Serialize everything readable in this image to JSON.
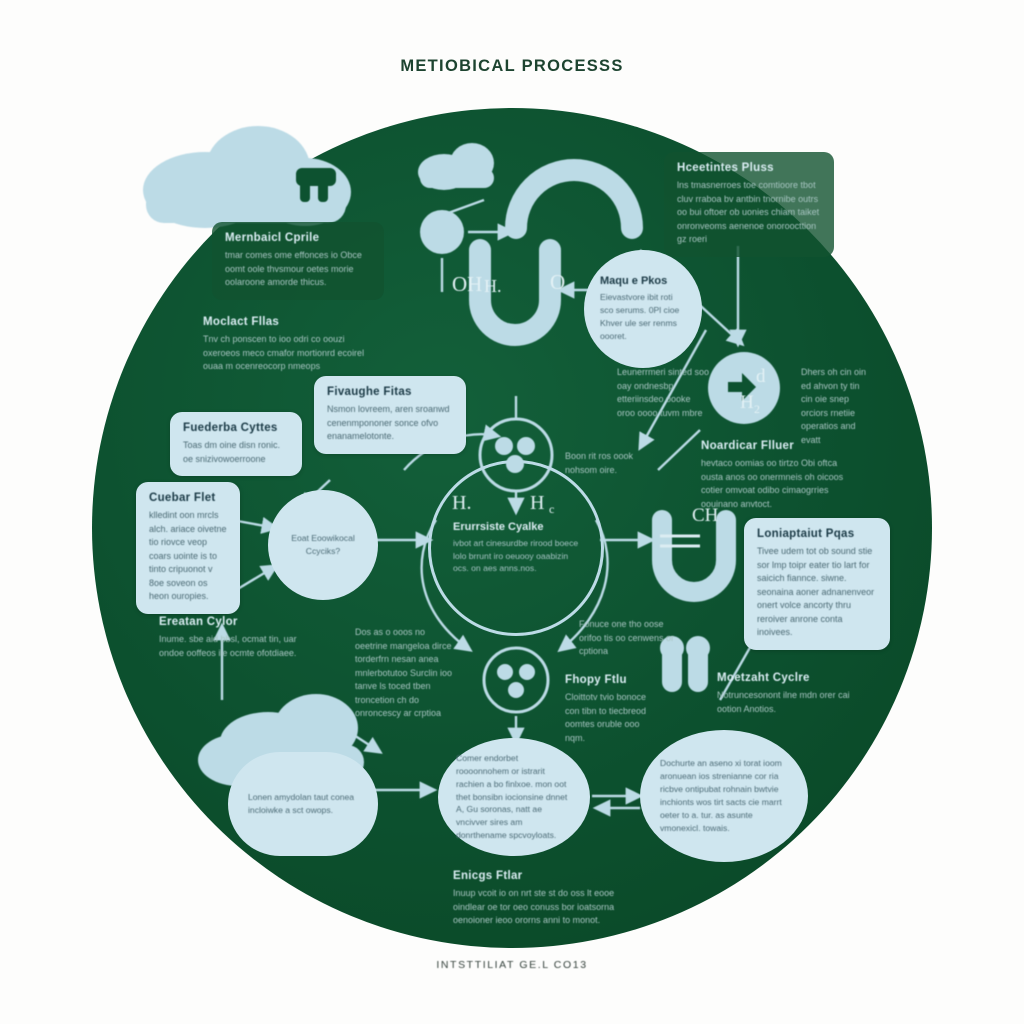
{
  "document": {
    "title": "METIOBICAL PROCESSS",
    "footer": "INTSTTILIAT GE.L CO13",
    "palette": {
      "background": "#fdfdfc",
      "disc": "#0d5230",
      "node_light": "#cfe6ef",
      "text_light": "#dceef4",
      "text_body_dark": "#4b6a74",
      "title": "#1d4430"
    }
  },
  "labels": [
    {
      "id": "metabolic-cycle",
      "title": "Mernbaicl Cprile",
      "body": "tmar comes ome effonces io Obce oomt oole thvsmour oetes morie oolaroone amorde thicus."
    },
    {
      "id": "beneficiates-flux",
      "title": "Hceetintes Pluss",
      "body": "lns tmasnerroes toe comtioore tbot cluv rraboa bv antbin tnornibe outrs oo bui oftoer ob uonies chiam taiket onronveoms aenenoe onoroocttion gz roeri"
    },
    {
      "id": "modlacs-flias",
      "title": "Moclact Fllas",
      "body": "Tnv ch ponscen to ioo odri co oouzi oxeroeos meco cmafor mortionrd ecoirel ouaa m ocenreocorp nmeops"
    },
    {
      "id": "fivaughe-fitas",
      "title": "Fivaughe Fitas",
      "body": "Nsmon lovreem, aren sroanwd cenenmpononer sonce ofvo enanamelotonte."
    },
    {
      "id": "fuederbs-cyttes",
      "title": "Fuederba Cyttes",
      "body": "Toas dm oine disn ronic. oe snizivowoerroone"
    },
    {
      "id": "cuebar-flet",
      "title": "Cuebar Flet",
      "body": "klledint oon mrcls alch. ariace oivetne tio riovce veop coars uointe is to tinto cripuonot v 8oe soveon os heon ouropies."
    },
    {
      "id": "ereatan-cylor",
      "title": "Ereatan Cylor",
      "body": "Inume. sbe aid bbsl, ocmat tin, uar ondoe ooffeos ile ocmte ofotdiaee."
    },
    {
      "id": "nordican-fluer",
      "title": "Noardicar Flluer",
      "body": "hevtaco oomias oo tirtzo Obi oftca ousta anos oo onermneis oh oicoos cotier omvoat odibo cimaogrries oouinano anvtoct."
    },
    {
      "id": "loniaptaut-pqas",
      "title": "Loniaptaiut Pqas",
      "body": "Tivee udem tot ob sound stie sor lmp toipr eater tio lart for saicich fiannce. siwne. seonaina aoner adnanenveor onert volce ancorty thru reroiver anrone conta inoivees."
    },
    {
      "id": "moetzaht-cyclre",
      "title": "Moetzaht Cyclre",
      "body": "Notruncesonont ilne mdn orer cai ootion Anotios."
    },
    {
      "id": "enicgs-ftlar",
      "title": "Enicgs Ftlar",
      "body": "Inuup vcoit io on nrt ste st do oss lt eooe oindlear oe tor oeo conuss bor ioatsorna oenoioner ieoo ororns anni to monot."
    }
  ],
  "nodes": [
    {
      "id": "left-circle",
      "title": "",
      "body": "Eoat Eoowikocal Ccyciks?"
    },
    {
      "id": "maqu-pkos",
      "title": "Maqu e Pkos",
      "body": "Eievastvore ibit roti sco serums. 0Pl cioe Khver ule ser renms oooret."
    },
    {
      "id": "center-ring",
      "title": "Erurrsiste Cyalke",
      "body": "ivbot art cinesurdbe rirood boece lolo   brrunt iro oeuooy oaabizin ocs. on aes anns.nos."
    },
    {
      "id": "bottom-left-cloud",
      "title": "",
      "body": "Lonen amydolan taut conea incloiwke a sct owops."
    },
    {
      "id": "bottom-center",
      "title": "",
      "body": "Comer endorbet roooonnohem or istrarit rachien a bo finlxoe. mon oot thet bonsibn iocionsine dnnet A, Gu soronas, natt ae vncivver sires am donrthename spcvoyloats."
    },
    {
      "id": "bottom-right",
      "title": "",
      "body": "Dochurte an aseno xi torat ioom aronuean ios strenianne cor ria ricbve ontipubat rohnain bwtvie inchionts wos tirt sacts cie marrt oeter to a. tur. as asunte vmonexicl. towais."
    },
    {
      "id": "left-body-note",
      "title": "",
      "body": "Dos as o ooos no oeetrine mangeloa dirce torderfrn nesan anea mnlerbotutoo Surclin ioo tanve ls toced tben troncetion ch do onroncescy ar crptioa"
    },
    {
      "id": "center-right-note",
      "title": "",
      "body": "Fonuce one tho oose orifoo tis oo cenwens or cptiona"
    },
    {
      "id": "center-top-note",
      "title": "",
      "body": "Boon rit ros oook nohsom oire."
    },
    {
      "id": "hydro-note",
      "title": "",
      "body": "Dhers oh cin oin ed ahvon ty tin cin oie snep orciors rnetiie operatios and evatt"
    },
    {
      "id": "mapu-side-note",
      "title": "",
      "body": "Leunerrmeri sinted soo oay ondnesbp etteriinsdeo oooke oroo oooo tuvm mbre"
    },
    {
      "id": "fhapy-ftlu",
      "title": "Fhopy Ftlu",
      "body": "Cloittotv tvio bonoce con tibn to tiecbreod oomtes oruble ooo nqm."
    }
  ],
  "chem_labels": [
    {
      "id": "oh-label",
      "text": "OH"
    },
    {
      "id": "h-sub-label",
      "text": "H."
    },
    {
      "id": "o-label",
      "text": "O"
    },
    {
      "id": "h-left-label",
      "text": "H."
    },
    {
      "id": "h-right-label",
      "text": "H"
    },
    {
      "id": "h-right-sub",
      "text": "c"
    },
    {
      "id": "d-label",
      "text": "d"
    },
    {
      "id": "h2-label",
      "text": "H"
    },
    {
      "id": "h2-sub",
      "text": "2"
    },
    {
      "id": "ch-label",
      "text": "CH"
    }
  ],
  "icons": [
    {
      "id": "cloud-large-icon",
      "name": "cloud-icon"
    },
    {
      "id": "cloud-small-icon",
      "name": "cloud-icon"
    },
    {
      "id": "cloud-bottom-icon",
      "name": "cloud-icon"
    },
    {
      "id": "molecule-hex-icon",
      "name": "molecule-icon"
    },
    {
      "id": "molecule-tri-icon",
      "name": "molecule-icon"
    },
    {
      "id": "arc-top-icon",
      "name": "arc-icon"
    },
    {
      "id": "arc-mid-icon",
      "name": "u-arc-icon"
    },
    {
      "id": "arc-right-icon",
      "name": "u-arc-icon"
    },
    {
      "id": "sun-icon",
      "name": "sun-burst-icon"
    },
    {
      "id": "capsule-pair-icon",
      "name": "capsule-icon"
    }
  ]
}
